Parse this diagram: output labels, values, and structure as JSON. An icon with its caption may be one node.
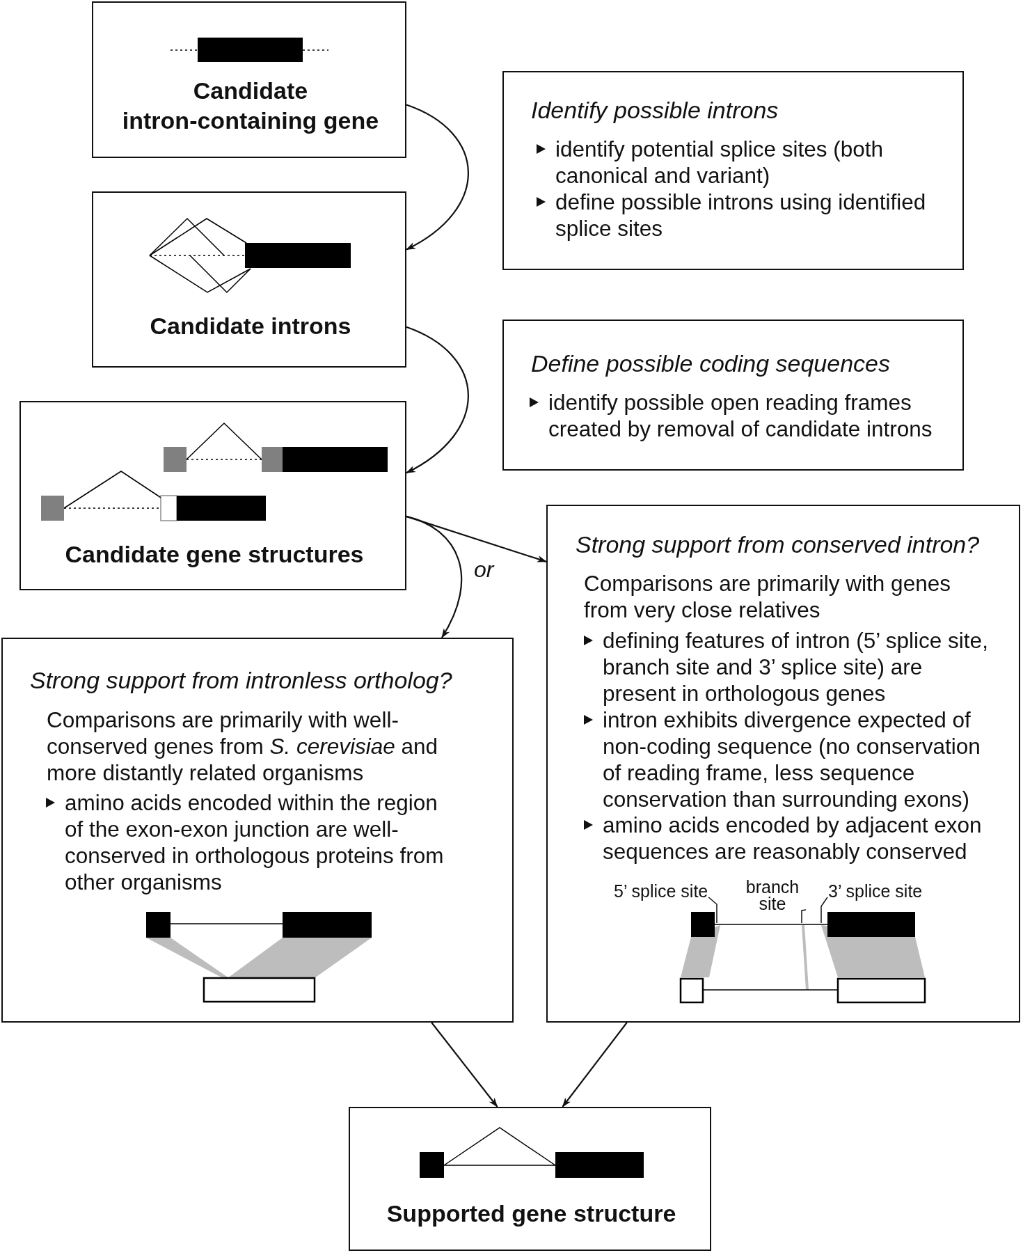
{
  "diagram": {
    "nodes": [
      {
        "text": [
          "Candidate intron-containing gene"
        ]
      },
      {
        "text": [
          "Identify possible introns",
          "identify potential splice sites (both canonical and variant)",
          "define possible introns using identified splice sites"
        ]
      },
      {
        "text": [
          "Candidate introns"
        ]
      },
      {
        "text": [
          "Define possible coding sequences",
          "identify possible open reading frames created by removal of candidate introns"
        ]
      },
      {
        "text": [
          "Candidate gene structures"
        ]
      },
      {
        "text": [
          "Strong support from conserved intron?",
          "Comparisons are primarily with genes from very close relatives",
          "defining features of intron (5’ splice site, branch site and 3’ splice site) are present in orthologous genes",
          "intron exhibits divergence expected of non-coding sequence (no conservation of reading frame, less sequence conservation than surrounding exons)",
          "amino acids encoded by adjacent exon sequences are reasonably conserved"
        ]
      },
      {
        "text": [
          "5’ splice site"
        ],
        "in": 5
      },
      {
        "text": [
          "branch site"
        ],
        "in": 5
      },
      {
        "text": [
          "3’ splice site"
        ],
        "in": 5
      },
      {
        "text": [
          "Strong support from intronless ortholog?",
          "Comparisons are primarily with well-conserved genes from *S. cerevisiae* and more distantly related organisms",
          "amino acids encoded within the region of the exon-exon junction are well-conserved in orthologous proteins from other organisms"
        ]
      },
      {
        "text": [
          "Supported gene structure"
        ]
      }
    ],
    "edges": [
      {
        "from": 0,
        "to": 2,
        "arrow": "to"
      },
      {
        "from": 2,
        "to": 4,
        "arrow": "to"
      },
      {
        "from": 4,
        "to": 5,
        "arrow": "to"
      },
      {
        "from": 4,
        "to": 9,
        "arrow": "to"
      },
      {
        "from": 9,
        "to": 10,
        "arrow": "to"
      },
      {
        "from": 5,
        "to": 10,
        "arrow": "to"
      },
      {
        "from": 6,
        "to": null,
        "arrow": "none"
      },
      {
        "from": 7,
        "to": null,
        "arrow": "none"
      },
      {
        "from": 8,
        "to": null,
        "arrow": "none"
      }
    ],
    "labels": [
      "or"
    ]
  }
}
